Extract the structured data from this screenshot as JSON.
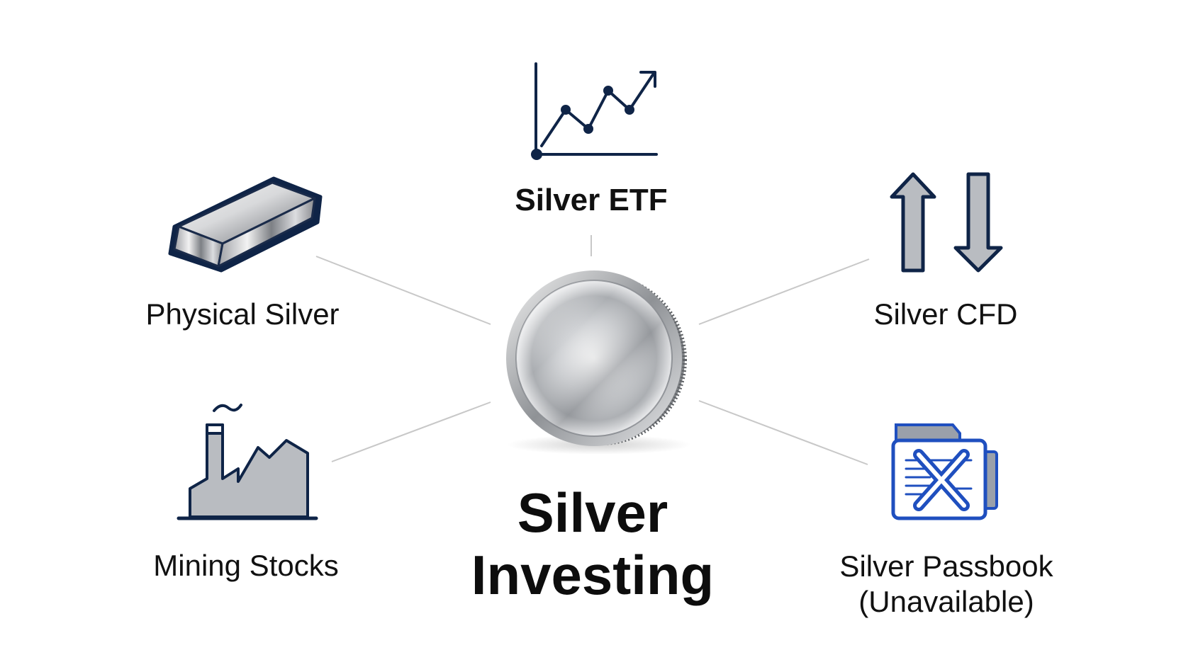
{
  "diagram": {
    "center": {
      "title_line1": "Silver",
      "title_line2": "Investing",
      "icon": "silver-coin-icon"
    },
    "nodes": [
      {
        "id": "etf",
        "label": "Silver ETF",
        "icon": "rising-line-chart-icon"
      },
      {
        "id": "physical",
        "label": "Physical Silver",
        "icon": "silver-bar-icon"
      },
      {
        "id": "cfd",
        "label": "Silver CFD",
        "icon": "up-down-arrows-icon"
      },
      {
        "id": "mining",
        "label": "Mining Stocks",
        "icon": "factory-icon"
      },
      {
        "id": "passbook",
        "label_line1": "Silver Passbook",
        "label_line2": "(Unavailable)",
        "icon": "crossed-passbook-icon"
      }
    ],
    "colors": {
      "navy": "#0f2447",
      "blue": "#1f4fbf",
      "silver": "#b9bcc1",
      "connector": "#c8c8c8",
      "text": "#111111"
    }
  }
}
